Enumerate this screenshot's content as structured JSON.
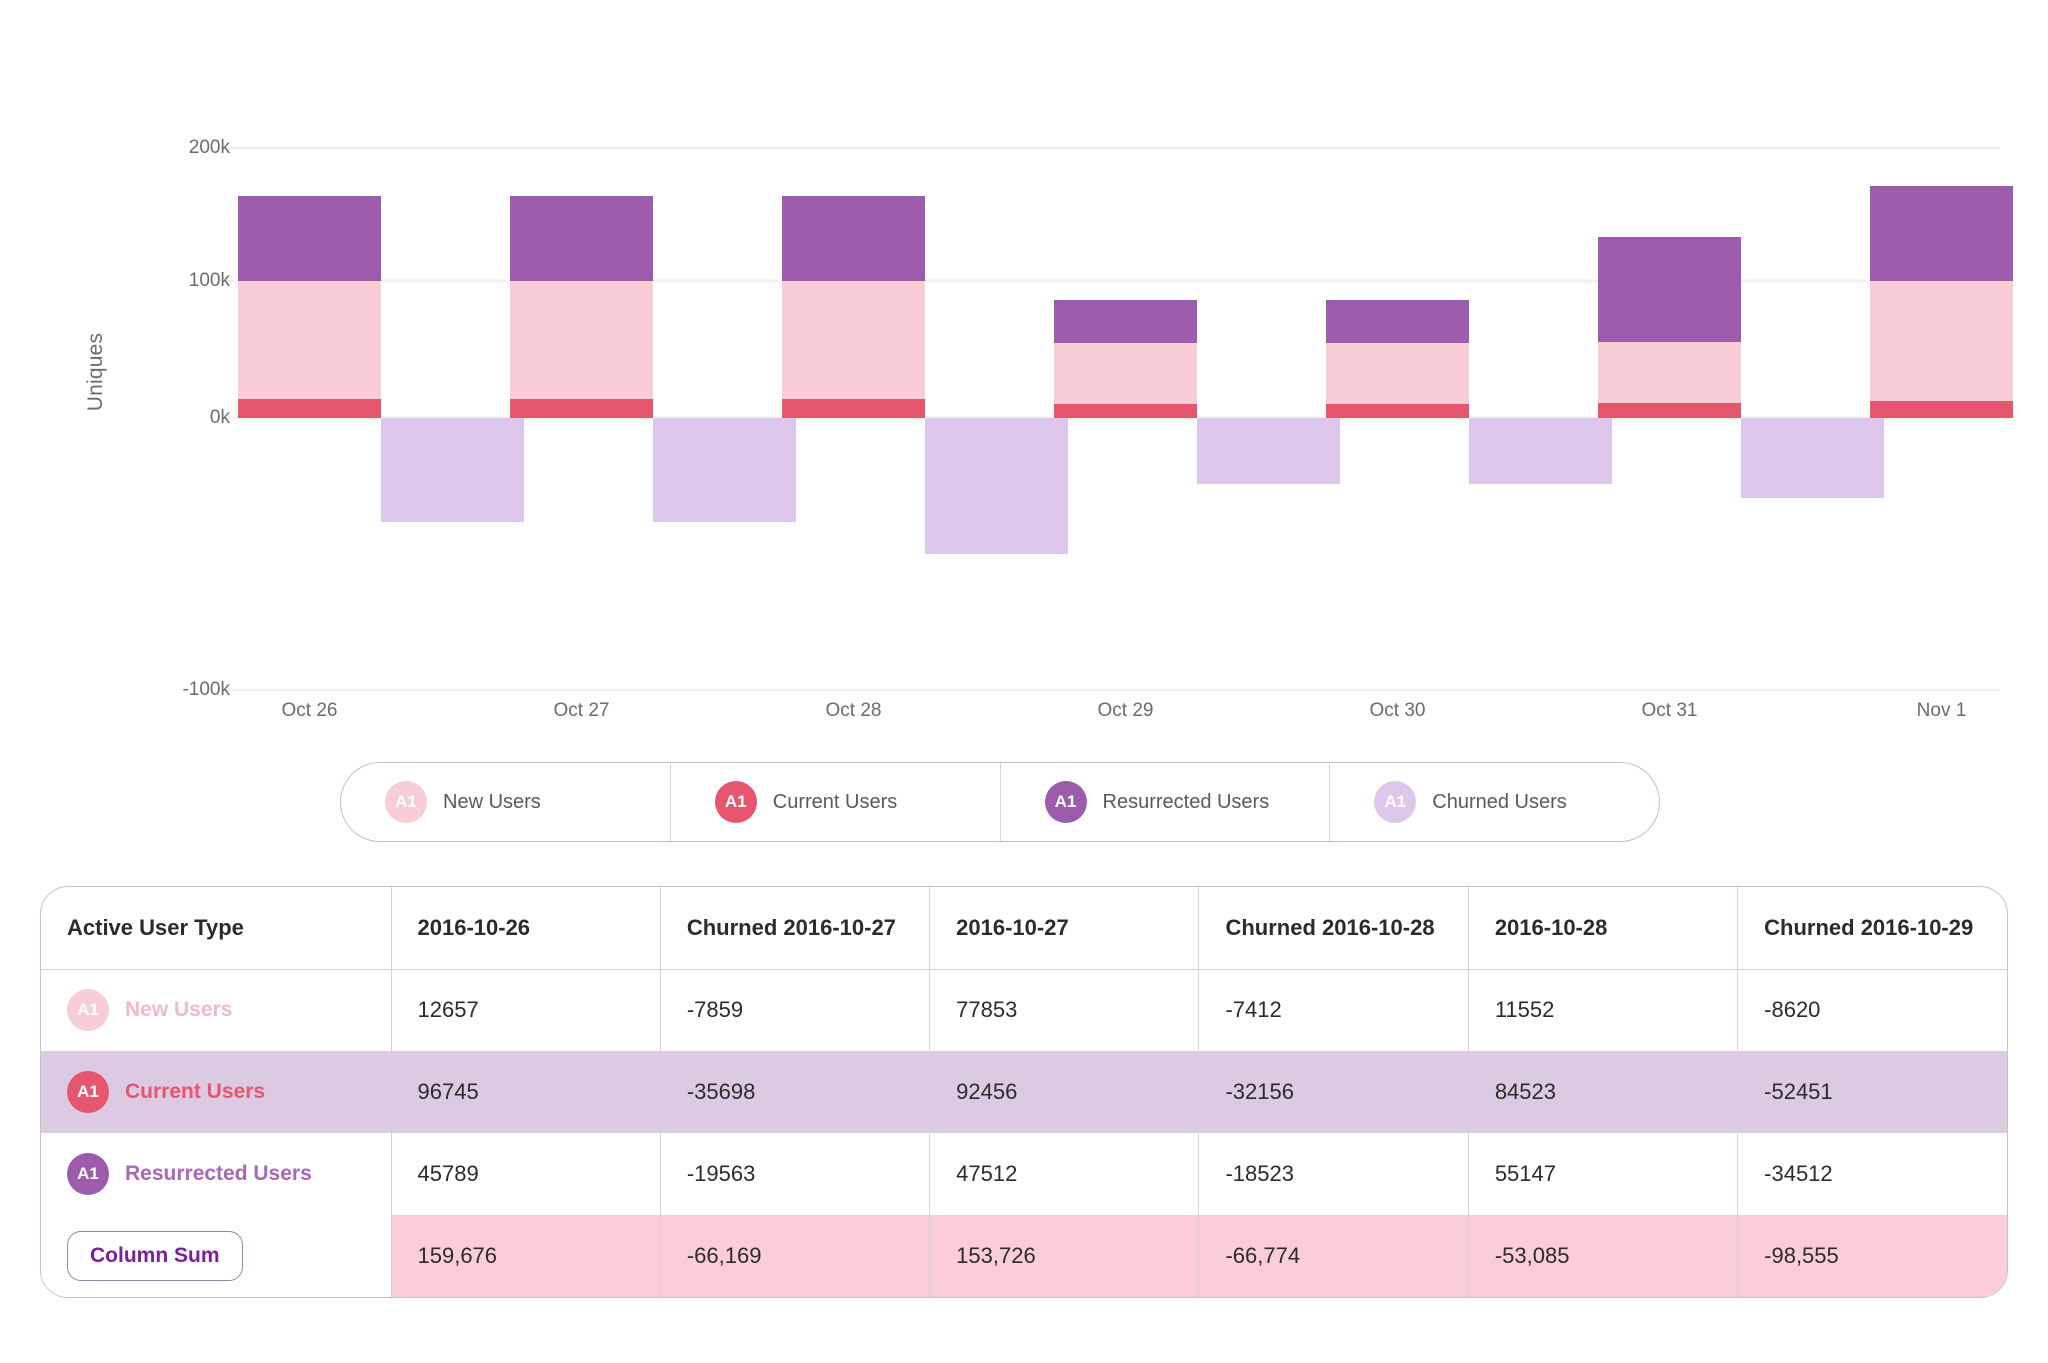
{
  "chart_data": {
    "type": "bar",
    "title": "",
    "xlabel": "",
    "ylabel": "Uniques",
    "ylim": [
      -200000,
      200000
    ],
    "yticks": [
      "200k",
      "100k",
      "0k",
      "-100k"
    ],
    "ytick_values": [
      200000,
      100000,
      0,
      -100000
    ],
    "grid": true,
    "legend_position": "bottom",
    "x": [
      "Oct 26",
      "Oct 27",
      "Oct 28",
      "Oct 29",
      "Oct 30",
      "Oct 31",
      "Nov 1"
    ],
    "series": [
      {
        "name": "New Users",
        "color": "#f9cdd6",
        "values": [
          12657,
          77853,
          11552,
          0,
          0,
          0,
          0
        ]
      },
      {
        "name": "Current Users",
        "color": "#e6566e",
        "values": [
          96745,
          92456,
          84523,
          0,
          0,
          0,
          0
        ]
      },
      {
        "name": "Resurrected Users",
        "color": "#9c5bab",
        "values": [
          45789,
          47512,
          55147,
          0,
          0,
          0,
          0
        ]
      },
      {
        "name": "Churned Users",
        "color": "#ddc8ec",
        "values": [
          -66169,
          -66774,
          -53085,
          -98555,
          0,
          0,
          0
        ]
      }
    ],
    "positive_stacks": [
      {
        "x": "Oct 26",
        "new": 12657,
        "current": 96745,
        "resurrected": 45789,
        "total": 159676
      },
      {
        "x": "Oct 27",
        "new": 77853,
        "current": 92456,
        "resurrected": 47512,
        "total": 153726
      },
      {
        "x": "Oct 28",
        "new": 11552,
        "current": 84523,
        "resurrected": 55147,
        "total": -53085
      }
    ]
  },
  "chart": {
    "y_axis_title": "Uniques",
    "y_ticks": [
      "200k",
      "100k",
      "0k",
      "-100k"
    ],
    "x_ticks": [
      "Oct 26",
      "Oct 27",
      "Oct 28",
      "Oct 29",
      "Oct 30",
      "Oct 31",
      "Nov 1"
    ]
  },
  "legend": {
    "badge_text": "A1",
    "items": [
      {
        "label": "New Users",
        "color": "#f9cdd6"
      },
      {
        "label": "Current Users",
        "color": "#e6566e"
      },
      {
        "label": "Resurrected Users",
        "color": "#9c5bab"
      },
      {
        "label": "Churned Users",
        "color": "#ddc8ec"
      }
    ]
  },
  "table": {
    "badge_text": "A1",
    "headers": [
      "Active User Type",
      "2016-10-26",
      "Churned 2016-10-27",
      "2016-10-27",
      "Churned 2016-10-28",
      "2016-10-28",
      "Churned 2016-10-29"
    ],
    "rows": [
      {
        "label": "New Users",
        "label_color": "#f3b9c6",
        "badge_color": "#f9cdd6",
        "values": [
          "12657",
          "-7859",
          "77853",
          "-7412",
          "11552",
          "-8620"
        ]
      },
      {
        "label": "Current Users",
        "label_color": "#e6566e",
        "badge_color": "#e6566e",
        "values": [
          "96745",
          "-35698",
          "92456",
          "-32156",
          "84523",
          "-52451"
        ]
      },
      {
        "label": "Resurrected Users",
        "label_color": "#a867bb",
        "badge_color": "#9c5bab",
        "values": [
          "45789",
          "-19563",
          "47512",
          "-18523",
          "55147",
          "-34512"
        ]
      }
    ],
    "sum_row": {
      "label": "Column Sum",
      "values": [
        "159,676",
        "-66,169",
        "153,726",
        "-66,774",
        "-53,085",
        "-98,555"
      ]
    }
  },
  "colors": {
    "new_users": "#f9cdd6",
    "current_users": "#e6566e",
    "resurrected_users": "#9c5bab",
    "churned_users": "#ddc8ec",
    "gridline": "#f2f2f2",
    "sum_row_bg": "#fbcdd6",
    "alt_row_bg": "#dcc9e2"
  }
}
